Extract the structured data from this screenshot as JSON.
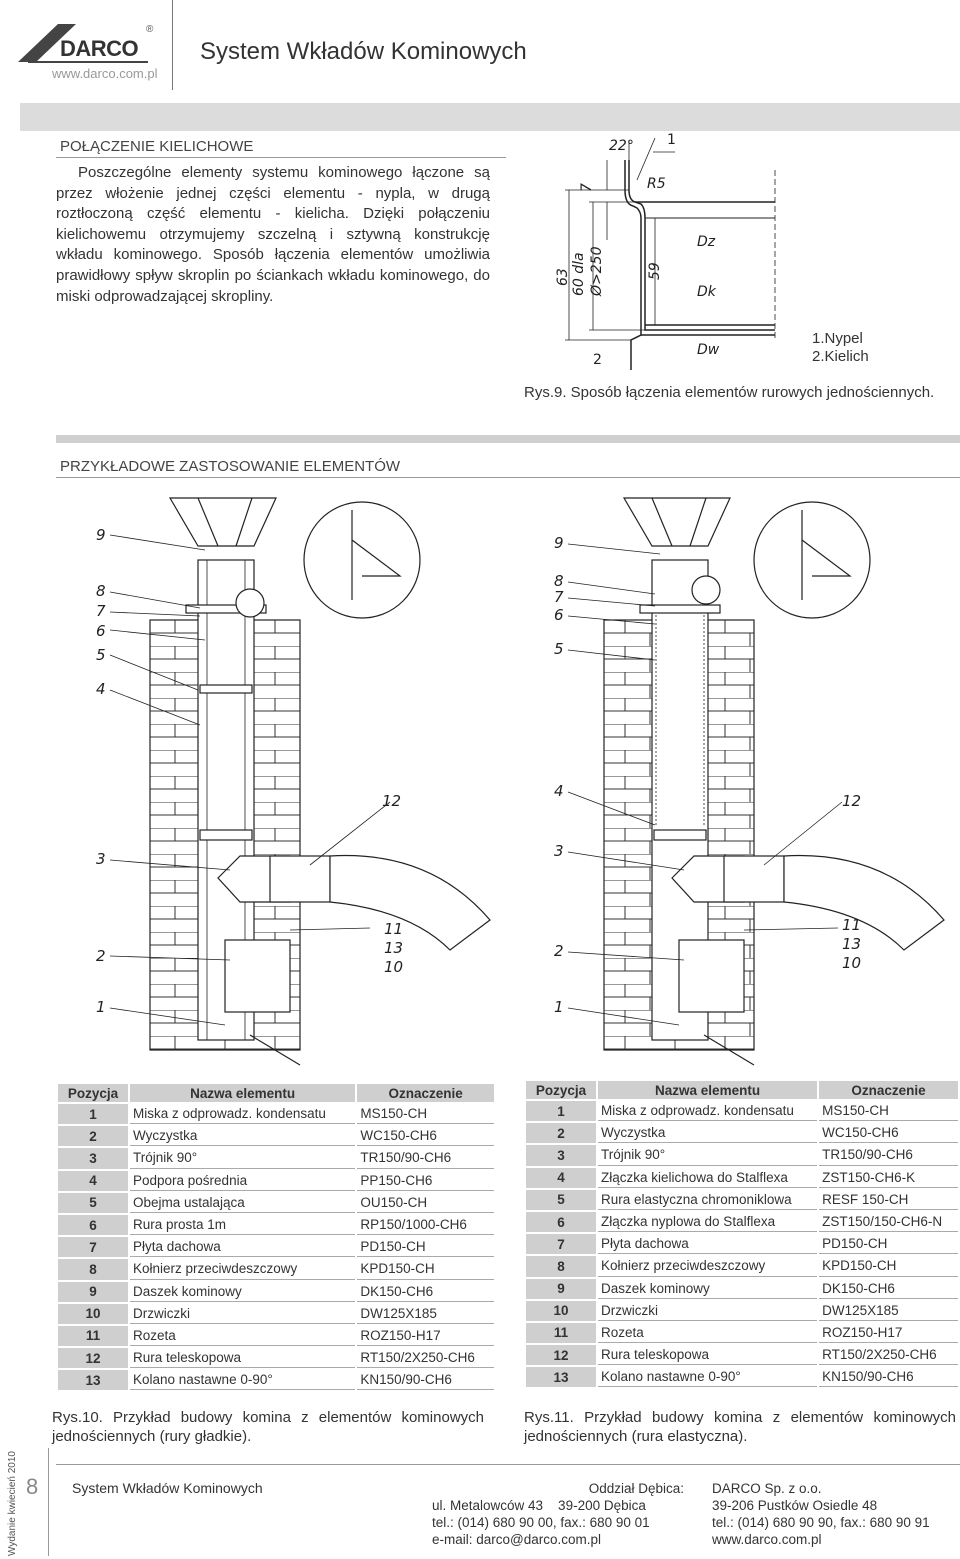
{
  "header": {
    "logo_text": "DARCO",
    "logo_reg": "®",
    "url": "www.darco.com.pl",
    "title": "System Wkładów Kominowych"
  },
  "section1": {
    "title": "POŁĄCZENIE KIELICHOWE",
    "paragraph": "Poszczególne elementy systemu kominowego łączone są przez włożenie jednej części elementu - nypla, w drugą roztłoczoną część elementu - kielicha. Dzięki połączeniu kielichowemu otrzymujemy szczelną i sztywną konstrukcję wkładu kominowego. Sposób łączenia elementów umożliwia prawidłowy spływ skroplin po ściankach wkładu kominowego, do miski odprowadzającej skropliny."
  },
  "figure9": {
    "labels": {
      "angle": "22°",
      "n1": "1",
      "n2": "2",
      "d7": "7",
      "r5": "R5",
      "dz": "Dz",
      "dk": "Dk",
      "dw": "Dw",
      "d59": "59",
      "d63": "63",
      "d60a": "60 dla",
      "d60b": "Ø>250"
    },
    "legend": [
      "1.Nypel",
      "2.Kielich"
    ],
    "caption": "Rys.9. Sposób łączenia elementów rurowych jednościennych."
  },
  "section2": {
    "title": "PRZYKŁADOWE ZASTOSOWANIE ELEMENTÓW"
  },
  "diagram_left_labels": [
    "9",
    "8",
    "7",
    "6",
    "5",
    "4",
    "12",
    "3",
    "11",
    "13",
    "10",
    "2",
    "1"
  ],
  "diagram_right_labels": [
    "9",
    "8",
    "7",
    "6",
    "5",
    "4",
    "12",
    "3",
    "11",
    "13",
    "10",
    "2",
    "1"
  ],
  "table_left": {
    "headers": [
      "Pozycja",
      "Nazwa elementu",
      "Oznaczenie"
    ],
    "rows": [
      {
        "pos": "1",
        "name": "Miska z odprowadz. kondensatu",
        "code": "MS150-CH"
      },
      {
        "pos": "2",
        "name": "Wyczystka",
        "code": "WC150-CH6"
      },
      {
        "pos": "3",
        "name": "Trójnik 90°",
        "code": "TR150/90-CH6"
      },
      {
        "pos": "4",
        "name": "Podpora pośrednia",
        "code": "PP150-CH6"
      },
      {
        "pos": "5",
        "name": "Obejma ustalająca",
        "code": "OU150-CH"
      },
      {
        "pos": "6",
        "name": "Rura prosta 1m",
        "code": "RP150/1000-CH6"
      },
      {
        "pos": "7",
        "name": "Płyta dachowa",
        "code": "PD150-CH"
      },
      {
        "pos": "8",
        "name": "Kołnierz przeciwdeszczowy",
        "code": "KPD150-CH"
      },
      {
        "pos": "9",
        "name": "Daszek kominowy",
        "code": "DK150-CH6"
      },
      {
        "pos": "10",
        "name": "Drzwiczki",
        "code": "DW125X185"
      },
      {
        "pos": "11",
        "name": "Rozeta",
        "code": "ROZ150-H17"
      },
      {
        "pos": "12",
        "name": "Rura teleskopowa",
        "code": "RT150/2X250-CH6"
      },
      {
        "pos": "13",
        "name": "Kolano nastawne 0-90°",
        "code": "KN150/90-CH6"
      }
    ],
    "caption": "Rys.10. Przykład budowy komina z elementów kominowych jednościennych (rury gładkie)."
  },
  "table_right": {
    "headers": [
      "Pozycja",
      "Nazwa elementu",
      "Oznaczenie"
    ],
    "rows": [
      {
        "pos": "1",
        "name": "Miska z odprowadz. kondensatu",
        "code": "MS150-CH"
      },
      {
        "pos": "2",
        "name": "Wyczystka",
        "code": "WC150-CH6"
      },
      {
        "pos": "3",
        "name": "Trójnik 90°",
        "code": "TR150/90-CH6"
      },
      {
        "pos": "4",
        "name": "Złączka kielichowa do Stalflexa",
        "code": "ZST150-CH6-K"
      },
      {
        "pos": "5",
        "name": "Rura elastyczna chromoniklowa",
        "code": "RESF 150-CH"
      },
      {
        "pos": "6",
        "name": "Złączka nyplowa do Stalflexa",
        "code": "ZST150/150-CH6-N"
      },
      {
        "pos": "7",
        "name": "Płyta dachowa",
        "code": "PD150-CH"
      },
      {
        "pos": "8",
        "name": "Kołnierz przeciwdeszczowy",
        "code": "KPD150-CH"
      },
      {
        "pos": "9",
        "name": "Daszek kominowy",
        "code": "DK150-CH6"
      },
      {
        "pos": "10",
        "name": "Drzwiczki",
        "code": "DW125X185"
      },
      {
        "pos": "11",
        "name": "Rozeta",
        "code": "ROZ150-H17"
      },
      {
        "pos": "12",
        "name": "Rura teleskopowa",
        "code": "RT150/2X250-CH6"
      },
      {
        "pos": "13",
        "name": "Kolano nastawne 0-90°",
        "code": "KN150/90-CH6"
      }
    ],
    "caption": "Rys.11. Przykład budowy komina z elementów kominowych jednościennych (rura elastyczna)."
  },
  "footer": {
    "edition": "Wydanie kwiecień 2010",
    "page": "8",
    "title": "System Wkładów Kominowych",
    "branch": {
      "name": "Oddział Dębica:",
      "address": "ul. Metalowców 43    39-200 Dębica",
      "phone": "tel.: (014) 680 90 00, fax.: 680 90 01",
      "email": "e-mail: darco@darco.com.pl"
    },
    "company": {
      "name": "DARCO Sp. z o.o.",
      "address": "39-206 Pustków Osiedle 48",
      "phone": "tel.: (014) 680 90 90, fax.: 680 90 91",
      "web": "www.darco.com.pl"
    }
  }
}
